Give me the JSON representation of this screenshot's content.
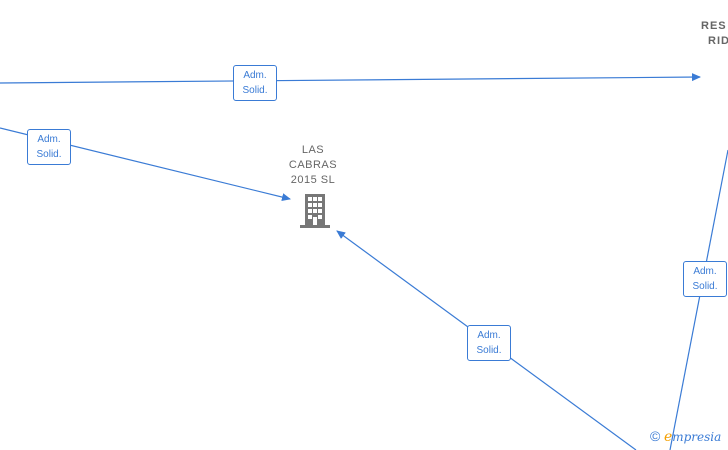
{
  "colors": {
    "edge": "#3a7bd5",
    "node_text": "#666666",
    "icon": "#777777",
    "brand_orange": "#f5a000"
  },
  "edge_labels": [
    {
      "line1": "Adm.",
      "line2": "Solid."
    },
    {
      "line1": "Adm.",
      "line2": "Solid."
    },
    {
      "line1": "Adm.",
      "line2": "Solid."
    },
    {
      "line1": "Adm.",
      "line2": "Solid."
    }
  ],
  "nodes": {
    "center": {
      "line1": "LAS",
      "line2": "CABRAS",
      "line3": "2015  SL",
      "icon": "building-icon"
    },
    "top_right": {
      "line1": "RES",
      "line2": "RID"
    }
  },
  "watermark": {
    "copyright": "©",
    "brand_initial": "e",
    "brand_rest": "mpresia"
  }
}
